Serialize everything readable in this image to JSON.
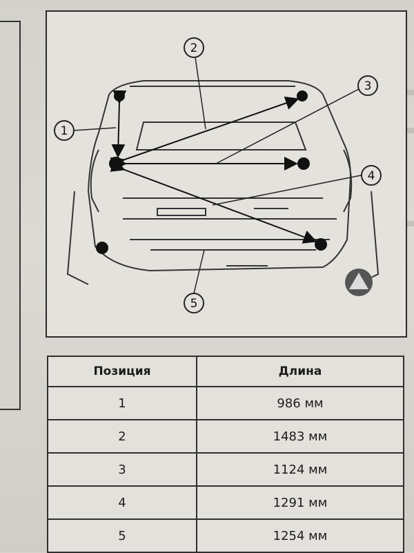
{
  "diagram": {
    "callouts": [
      "1",
      "2",
      "3",
      "4",
      "5"
    ]
  },
  "table": {
    "headers": [
      "Позиция",
      "Длина"
    ],
    "rows": [
      {
        "position": "1",
        "length": "986 мм"
      },
      {
        "position": "2",
        "length": "1483 мм"
      },
      {
        "position": "3",
        "length": "1124 мм"
      },
      {
        "position": "4",
        "length": "1291 мм"
      },
      {
        "position": "5",
        "length": "1254 мм"
      }
    ]
  }
}
